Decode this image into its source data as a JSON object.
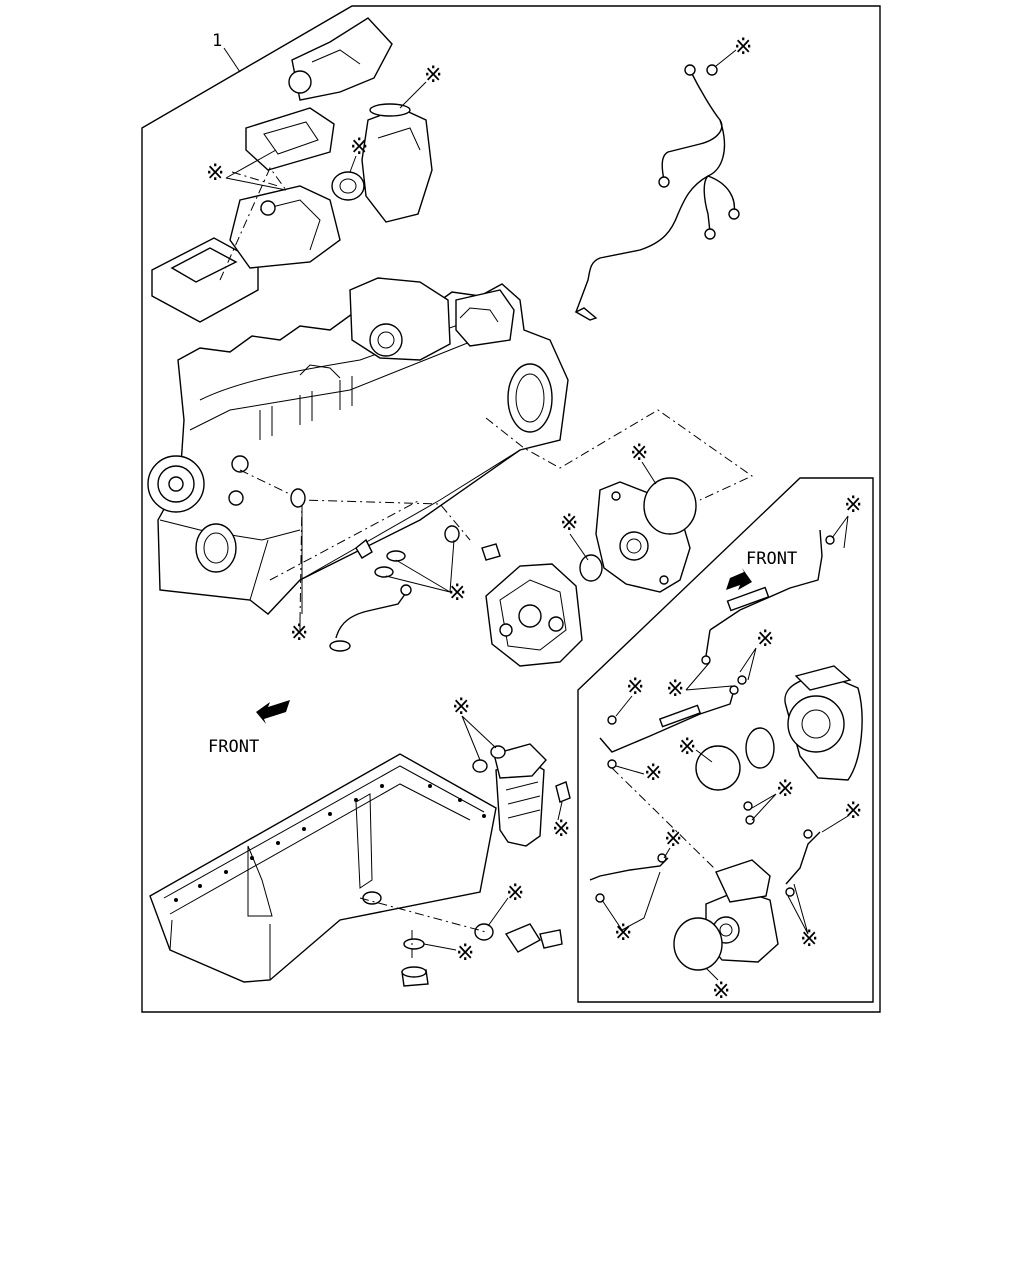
{
  "diagram": {
    "item_number": "1",
    "front_label_main": "FRONT",
    "front_label_inset": "FRONT",
    "kit_mark": "※",
    "icons": {
      "arrow": "front-arrow-icon",
      "kit_mark": "asterisk-callout-icon"
    },
    "colors": {
      "ink": "#000000",
      "paper": "#ffffff"
    }
  }
}
